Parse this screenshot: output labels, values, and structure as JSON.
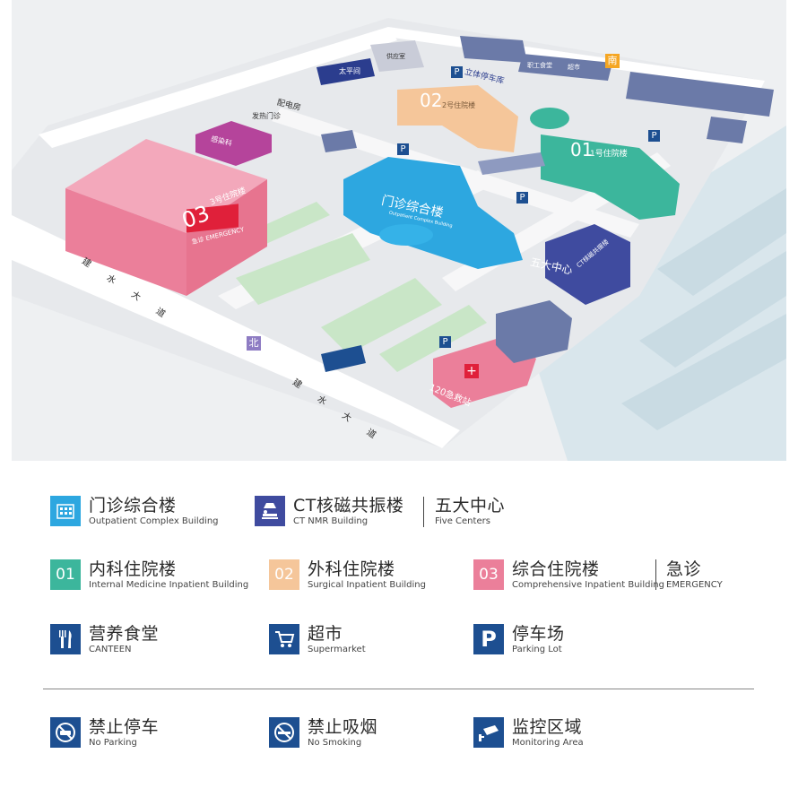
{
  "map": {
    "buildings": {
      "b03": {
        "num": "03",
        "name": "3号住院楼",
        "emergency": "急诊 EMERGENCY"
      },
      "b02": {
        "num": "02",
        "name": "2号住院楼"
      },
      "b01": {
        "num": "01",
        "name": "1号住院楼"
      },
      "outpatient": {
        "name": "门诊综合楼",
        "en": "Outpatient Complex Building"
      },
      "ct": {
        "name": "CT核磁共振楼"
      },
      "five": {
        "name": "五大中心"
      },
      "er120": {
        "name": "120急救站"
      },
      "infect": {
        "name": "感染科"
      },
      "fever": {
        "name": "发热门诊"
      },
      "power": {
        "name": "配电房"
      },
      "parking": {
        "name": "立体停车库"
      },
      "canteen": {
        "name": "职工食堂"
      },
      "market": {
        "name": "超市"
      },
      "taiping": {
        "name": "太平间"
      },
      "grid": {
        "name": "供应室"
      }
    },
    "roads": {
      "jianshui_left": "建 水 大 道",
      "jianshui_bottom": "建 水 大 道"
    },
    "compass": {
      "north": "北",
      "south": "南"
    },
    "parking_labels": [
      "P",
      "P",
      "P",
      "P",
      "P"
    ]
  },
  "legend": {
    "outpatient": {
      "zh": "门诊综合楼",
      "en": "Outpatient Complex Building"
    },
    "ct": {
      "zh": "CT核磁共振楼",
      "en": "CT NMR Building"
    },
    "five": {
      "zh": "五大中心",
      "en": "Five Centers"
    },
    "internal": {
      "num": "01",
      "zh": "内科住院楼",
      "en": "Internal Medicine Inpatient Building"
    },
    "surgical": {
      "num": "02",
      "zh": "外科住院楼",
      "en": "Surgical Inpatient Building"
    },
    "comprehensive": {
      "num": "03",
      "zh": "综合住院楼",
      "en": "Comprehensive Inpatient Building"
    },
    "emergency": {
      "zh": "急诊",
      "en": "EMERGENCY"
    },
    "canteen": {
      "zh": "营养食堂",
      "en": "CANTEEN"
    },
    "supermarket": {
      "zh": "超市",
      "en": "Supermarket"
    },
    "parking": {
      "icon": "P",
      "zh": "停车场",
      "en": "Parking Lot"
    },
    "noparking": {
      "zh": "禁止停车",
      "en": "No Parking"
    },
    "nosmoking": {
      "zh": "禁止吸烟",
      "en": "No Smoking"
    },
    "monitoring": {
      "zh": "监控区域",
      "en": "Monitoring Area"
    }
  },
  "colors": {
    "blue": "#2da7e0",
    "ct_purple": "#3f4b9f",
    "teal": "#3cb69c",
    "orange": "#f5c69a",
    "pink": "#eb7f9a",
    "navy": "#1d4f91",
    "magenta": "#b5449b"
  }
}
